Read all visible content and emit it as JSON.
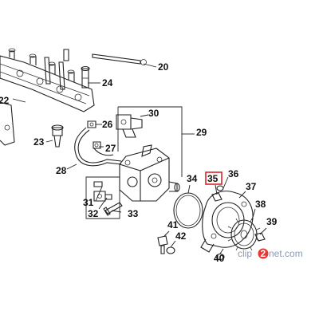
{
  "labels": {
    "l20": "20",
    "l22": "22",
    "l23": "23",
    "l24": "24",
    "l26": "26",
    "l27": "27",
    "l28": "28",
    "l29": "29",
    "l30": "30",
    "l31": "31",
    "l32": "32",
    "l33": "33",
    "l34": "34",
    "l35": "35",
    "l36": "36",
    "l37": "37",
    "l38": "38",
    "l39": "39",
    "l40": "40",
    "l41": "41",
    "l42": "42"
  },
  "highlight": {
    "part": "35",
    "color": "#d9262c"
  },
  "watermark": {
    "prefix": "clip",
    "digit": "2",
    "suffix": "net.com",
    "color": "#8a9db0",
    "accent": "#e53935"
  }
}
